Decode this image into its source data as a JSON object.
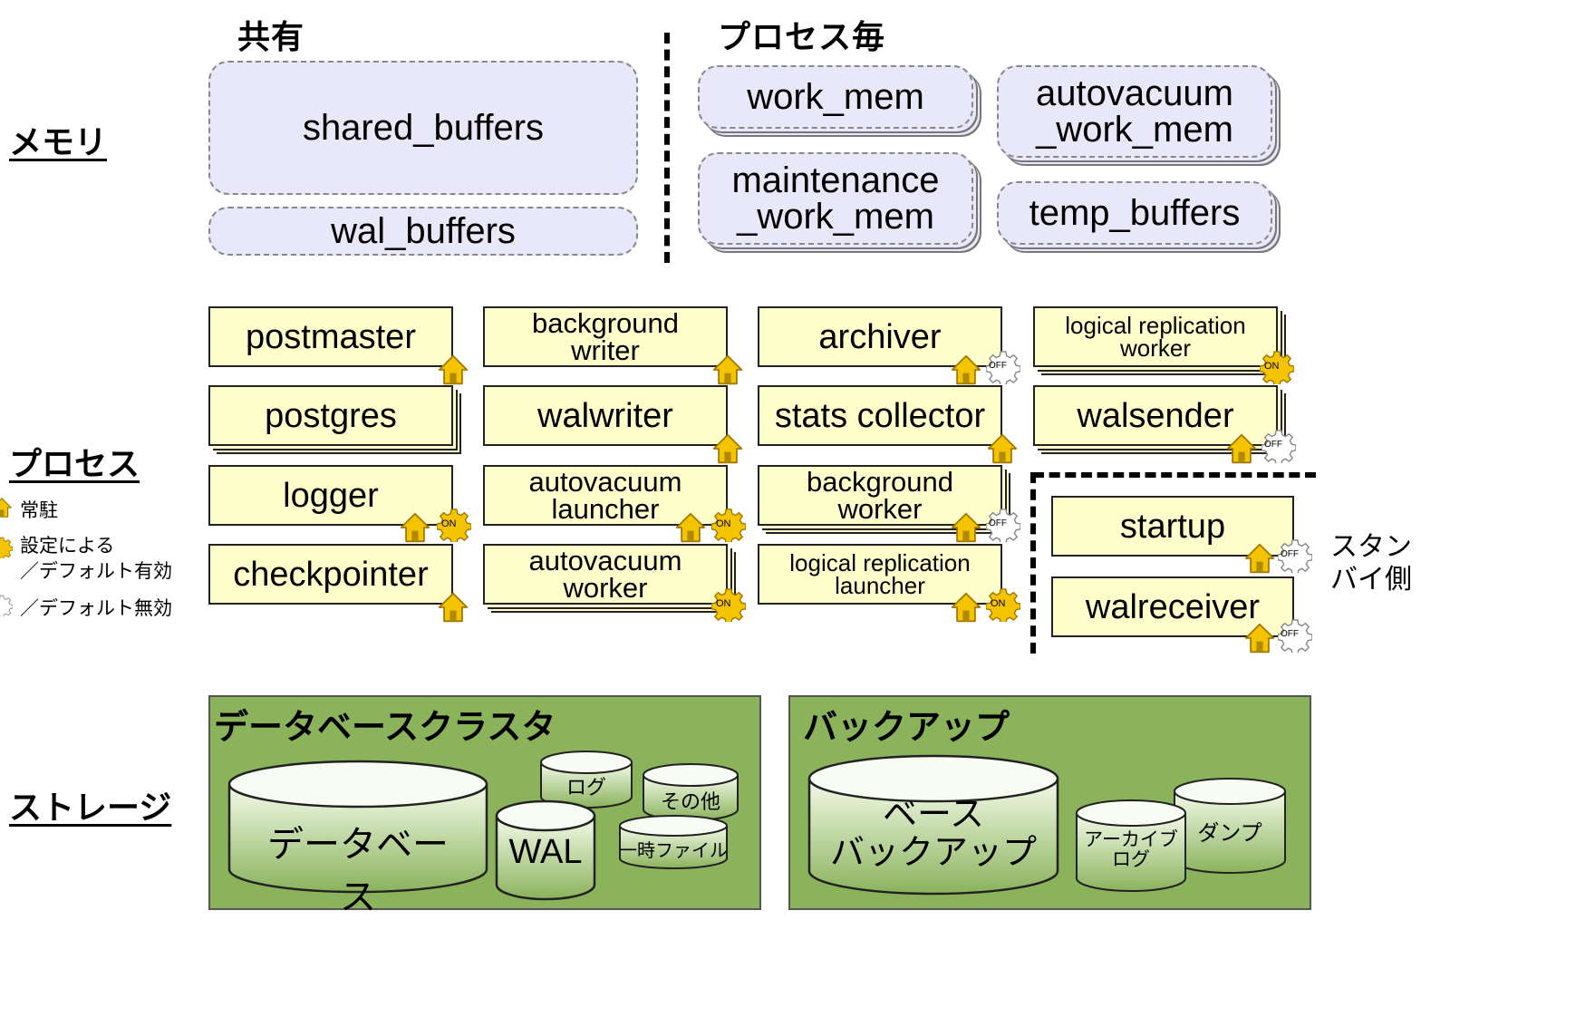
{
  "headers": {
    "shared": "共有",
    "per_process": "プロセス毎"
  },
  "row_labels": {
    "memory": "メモリ",
    "process": "プロセス",
    "storage": "ストレージ"
  },
  "legend": {
    "resident": "常駐",
    "config_default_on": "設定による\n／デフォルト有効",
    "config_default_off": "／デフォルト無効"
  },
  "memory": {
    "shared": [
      "shared_buffers",
      "wal_buffers"
    ],
    "per_process": [
      "work_mem",
      "autovacuum\n_work_mem",
      "maintenance\n_work_mem",
      "temp_buffers"
    ]
  },
  "badges": {
    "on": "ON",
    "off": "OFF"
  },
  "processes": [
    {
      "label": "postmaster",
      "resident": true,
      "config": null
    },
    {
      "label": "postgres",
      "resident": false,
      "config": null
    },
    {
      "label": "logger",
      "resident": true,
      "config": "ON"
    },
    {
      "label": "checkpointer",
      "resident": true,
      "config": null
    },
    {
      "label": "background\nwriter",
      "resident": true,
      "config": null
    },
    {
      "label": "walwriter",
      "resident": true,
      "config": null
    },
    {
      "label": "autovacuum\nlauncher",
      "resident": true,
      "config": "ON"
    },
    {
      "label": "autovacuum\nworker",
      "resident": false,
      "config": "ON"
    },
    {
      "label": "archiver",
      "resident": true,
      "config": "OFF"
    },
    {
      "label": "stats collector",
      "resident": true,
      "config": null
    },
    {
      "label": "background\nworker",
      "resident": true,
      "config": "OFF"
    },
    {
      "label": "logical replication\nlauncher",
      "resident": true,
      "config": "ON"
    },
    {
      "label": "logical replication\nworker",
      "resident": false,
      "config": "ON"
    },
    {
      "label": "walsender",
      "resident": true,
      "config": "OFF"
    },
    {
      "label": "startup",
      "resident": true,
      "config": "OFF"
    },
    {
      "label": "walreceiver",
      "resident": true,
      "config": "OFF"
    }
  ],
  "standby_label": "スタン\nバイ側",
  "storage": {
    "cluster": {
      "title": "データベースクラスタ",
      "cylinders": [
        "データベース",
        "ログ",
        "その他",
        "WAL",
        "一時ファイル"
      ]
    },
    "backup": {
      "title": "バックアップ",
      "cylinders": [
        "ベース\nバックアップ",
        "ダンプ",
        "アーカイブ\nログ"
      ]
    }
  },
  "colors": {
    "memory_fill": "#e8e8fa",
    "process_fill": "#ffffcc",
    "storage_fill": "#8ab35c",
    "badge_gold": "#f5c400"
  }
}
